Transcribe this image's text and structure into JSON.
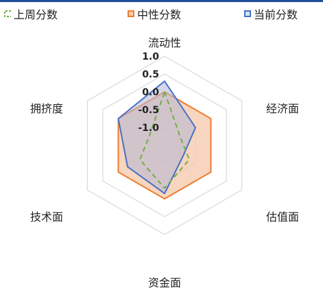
{
  "chart_data": {
    "type": "radar",
    "axes": [
      "流动性",
      "经济面",
      "估值面",
      "资金面",
      "技术面",
      "拥挤度"
    ],
    "ticks": [
      "1.0",
      "0.5",
      "0.0",
      "-0.5",
      "-1.0"
    ],
    "r_range": [
      -1.5,
      1.0
    ],
    "grid_levels": [
      -1.0,
      -0.5,
      0.0,
      0.5,
      1.0
    ],
    "legend_position": "top",
    "series": [
      {
        "name": "上周分数",
        "values": [
          0.0,
          -1.0,
          -0.7,
          -0.3,
          -0.7,
          -1.0
        ],
        "color": "#70ad47",
        "style": "dashed"
      },
      {
        "name": "中性分数",
        "values": [
          0.0,
          0.0,
          0.0,
          0.0,
          0.0,
          0.0
        ],
        "color": "#ed7d31",
        "fill": "#f4c7a9",
        "style": "solid"
      },
      {
        "name": "当前分数",
        "values": [
          0.3,
          -0.5,
          -0.9,
          -0.15,
          -0.3,
          0.0
        ],
        "color": "#4472c4",
        "fill": "#b4b7d6",
        "style": "solid"
      }
    ]
  }
}
